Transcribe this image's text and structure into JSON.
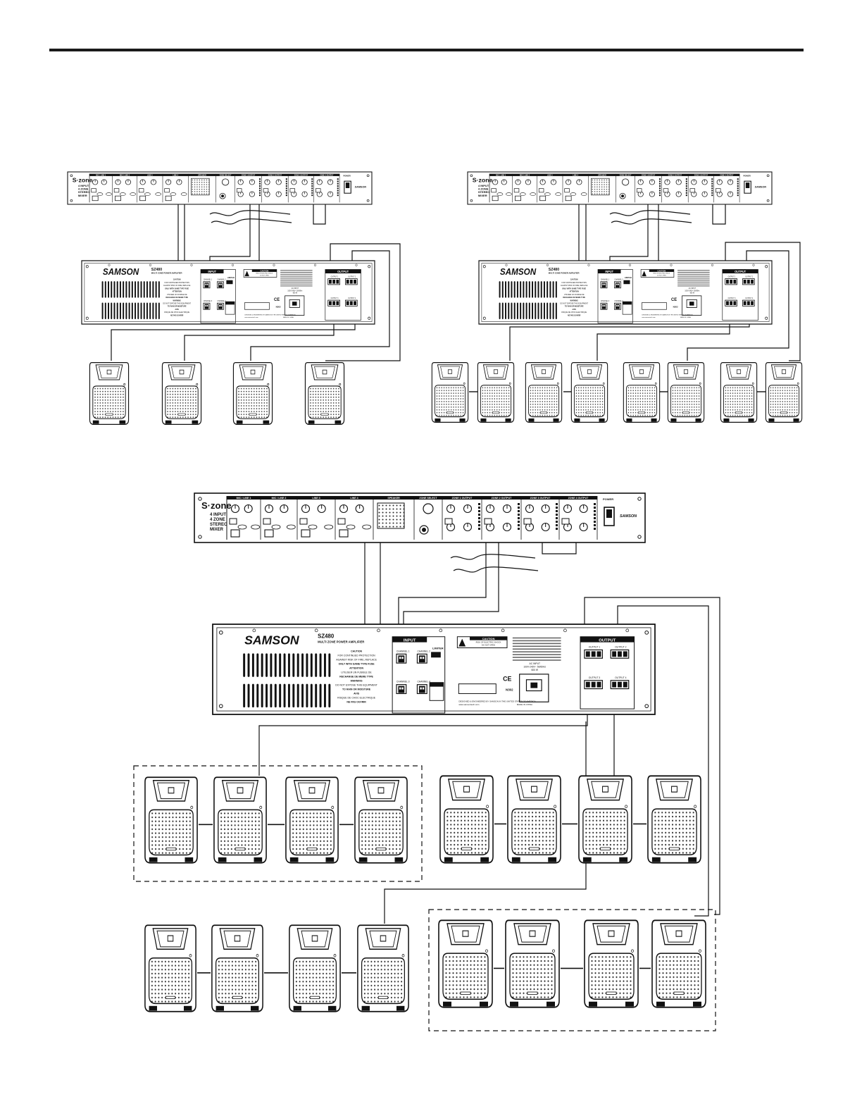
{
  "mixer": {
    "logo": "S·zone",
    "tagline": [
      "4 INPUT",
      "4 ZONE",
      "STEREO",
      "MIXER"
    ],
    "brand": "SAMSON",
    "sections": [
      "MIC / LINE 1",
      "MIC / LINE 2",
      "LINE 3",
      "LINE 4",
      "SPEAKER",
      "ZONE SELECT",
      "ZONE 1 OUTPUT",
      "ZONE 2 OUTPUT",
      "ZONE 3 OUTPUT",
      "ZONE 4 OUTPUT"
    ],
    "power_label": "POWER"
  },
  "amplifier": {
    "brand": "SAMSON",
    "model": "SZ480",
    "subtitle": "MULTI ZONE POWER AMPLIFIER",
    "caution_lines": [
      "CAUTION",
      "FOR CONTINUED PROTECTION",
      "AGAINST RISK OF FIRE, REPLACE",
      "ONLY WITH SAME TYPE FUSE",
      "ATTENTION",
      "UTILISER UN FUSIBLE DE",
      "RECHANGE DE MEME TYPE",
      "WARNING",
      "DO NOT EXPOSE THIS EQUIPMENT",
      "TO RAIN OR MOISTURE",
      "AVIS",
      "RISQUE DE CHOC ELECTRIQUE",
      "NE PAS OUVRIR"
    ],
    "input_title": "INPUT",
    "channels": [
      "CHANNEL 1",
      "CHANNEL 2",
      "CHANNEL 3",
      "CHANNEL 4"
    ],
    "limiter_label": "LIMITER",
    "caution_badge": "CAUTION",
    "caution_badge_sub": [
      "RISK OF ELECTRIC SHOCK",
      "DO NOT OPEN"
    ],
    "ac_input": [
      "AC INPUT",
      "100V-240V~ 50/60Hz",
      "600 W"
    ],
    "n_number": "N302",
    "ce_mark": "CE",
    "output_title": "OUTPUT",
    "outputs": [
      "OUTPUT 1",
      "OUTPUT 2",
      "OUTPUT 3",
      "OUTPUT 4"
    ],
    "footer": "DESIGNED & ENGINEERED BY SAMSON IN THE UNITED STATES OF AMERICA",
    "website": "www.samsontech.com",
    "made_in": "MADE IN CHINA"
  }
}
